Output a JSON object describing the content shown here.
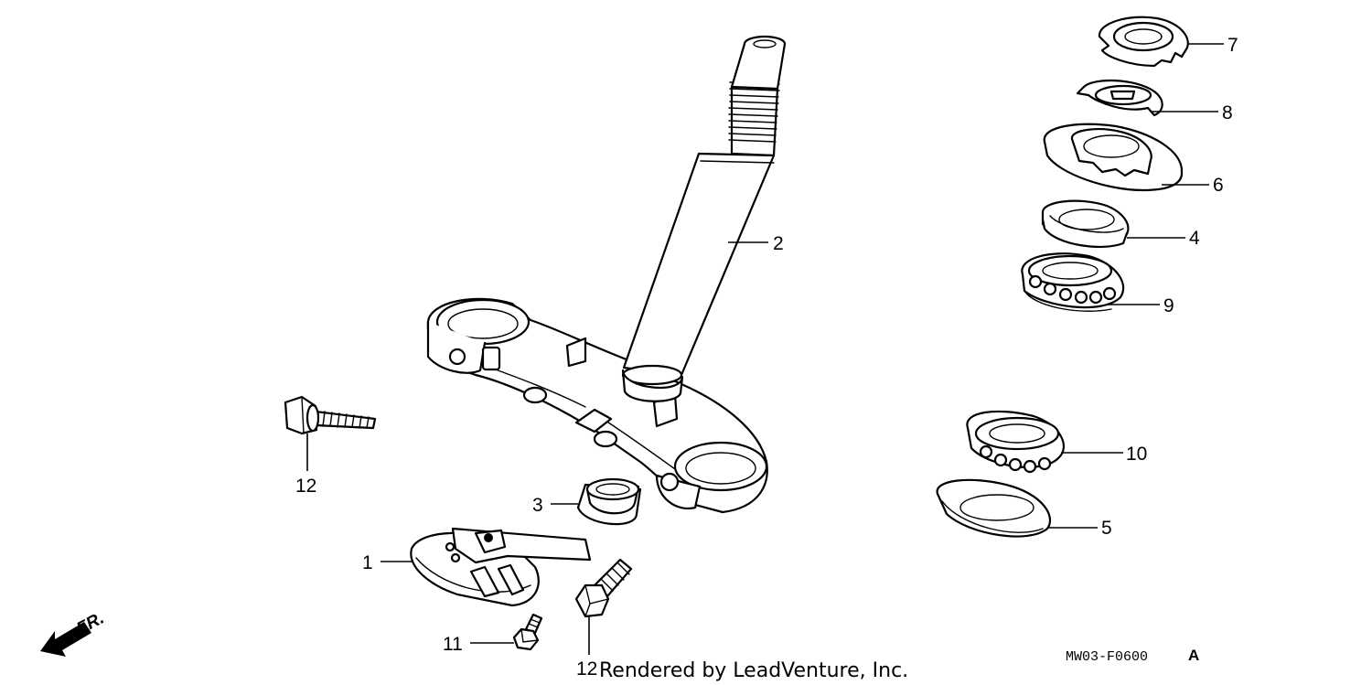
{
  "callouts": {
    "c1": "1",
    "c2": "2",
    "c3": "3",
    "c4": "4",
    "c5": "5",
    "c6": "6",
    "c7": "7",
    "c8": "8",
    "c9": "9",
    "c10": "10",
    "c11": "11",
    "c12a": "12",
    "c12b": "12"
  },
  "direction_label": "FR.",
  "diagram_code": "MW03-F0600",
  "diagram_code_suffix": "A",
  "credit": "Rendered by LeadVenture, Inc."
}
